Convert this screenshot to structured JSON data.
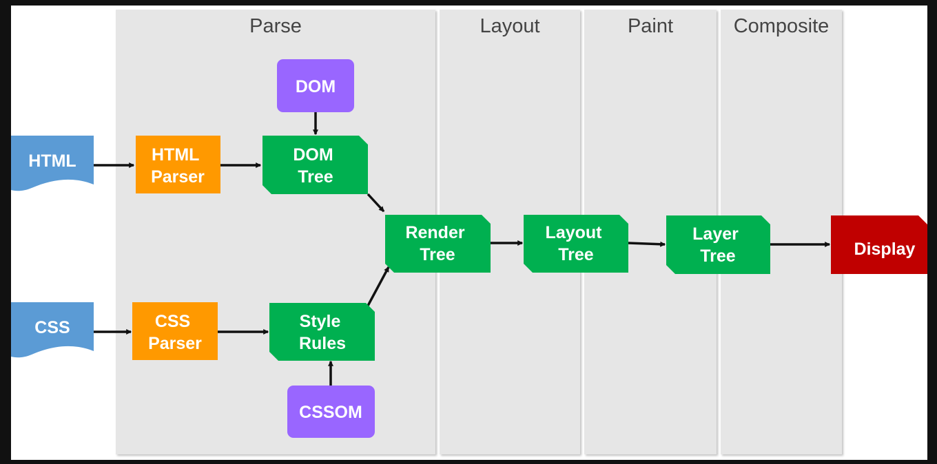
{
  "colors": {
    "background": "#111111",
    "canvas": "#ffffff",
    "stage_fill": "#e6e6e6",
    "source_blue": "#5b9bd5",
    "parser_orange": "#ff9900",
    "tree_green": "#00b050",
    "object_purple": "#9966ff",
    "display_red": "#c00000",
    "arrow": "#111111"
  },
  "stages": {
    "parse": "Parse",
    "layout": "Layout",
    "paint": "Paint",
    "composite": "Composite"
  },
  "nodes": {
    "html_source": "HTML",
    "css_source": "CSS",
    "html_parser": [
      "HTML",
      "Parser"
    ],
    "css_parser": [
      "CSS",
      "Parser"
    ],
    "dom": "DOM",
    "cssom": "CSSOM",
    "dom_tree": [
      "DOM",
      "Tree"
    ],
    "style_rules": [
      "Style",
      "Rules"
    ],
    "render_tree": [
      "Render",
      "Tree"
    ],
    "layout_tree": [
      "Layout",
      "Tree"
    ],
    "layer_tree": [
      "Layer",
      "Tree"
    ],
    "display": "Display"
  }
}
